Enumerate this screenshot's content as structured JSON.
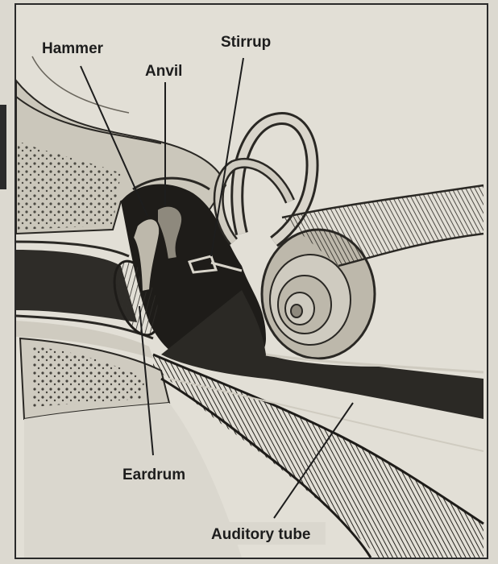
{
  "labels": {
    "hammer": "Hammer",
    "anvil": "Anvil",
    "stirrup": "Stirrup",
    "eardrum": "Eardrum",
    "auditory_tube": "Auditory tube"
  },
  "colors": {
    "paper": "#e2dfd6",
    "ink": "#1d1d1d",
    "shade": "#3a3834",
    "bone": "#cfcbc0",
    "tissue": "#b9b4a8"
  }
}
